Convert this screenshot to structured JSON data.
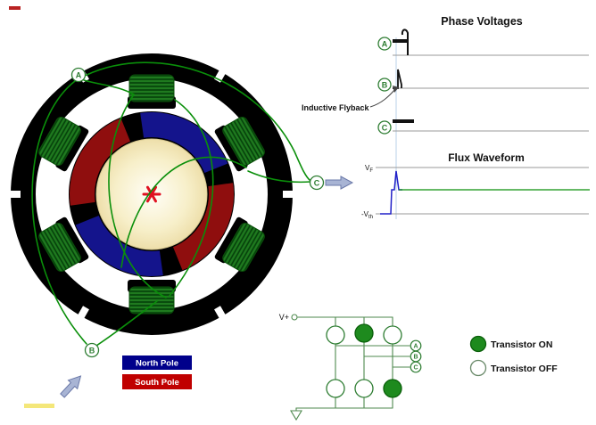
{
  "phases": [
    "A",
    "B",
    "C"
  ],
  "waveforms": {
    "title": "Phase Voltages",
    "flyback_label": "Inductive Flyback",
    "flux_title": "Flux Waveform",
    "vf_main": "V",
    "vf_sub": "F",
    "vth_main": "-V",
    "vth_sub": "th"
  },
  "circuit": {
    "supply_label": "V+",
    "legend_on": "Transistor ON",
    "legend_off": "Transistor OFF"
  },
  "motor_legend": {
    "north": "North Pole",
    "south": "South Pole"
  },
  "colors": {
    "north_pole": "#00008B",
    "south_pole": "#C00000",
    "magnet_blue": "#14148C",
    "magnet_red": "#8F0E0E",
    "winding_green": "#1f7a1f",
    "wire_green": "#0a8f0a",
    "transistor_on": "#1e8a1e",
    "flux_blue": "#2020C8",
    "arrow_fill": "#a8b4d4"
  }
}
